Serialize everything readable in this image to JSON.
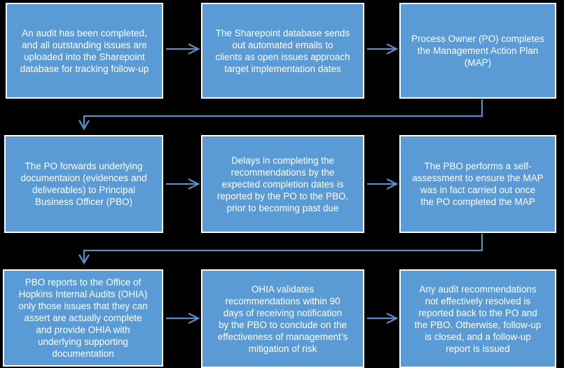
{
  "diagram": {
    "type": "flowchart",
    "subject": "Audit follow-up process",
    "boxes": [
      {
        "id": "step-1",
        "row": 1,
        "col": 1,
        "text": "An audit has been completed,\nand all outstanding issues are\nuploaded into the Sharepoint\ndatabase for tracking follow-up"
      },
      {
        "id": "step-2",
        "row": 1,
        "col": 2,
        "text": "The Sharepoint database sends\nout automated emails to\nclients as open issues approach\ntarget implementation dates"
      },
      {
        "id": "step-3",
        "row": 1,
        "col": 3,
        "text": "Process Owner (PO) completes\nthe Management Action Plan\n(MAP)"
      },
      {
        "id": "step-4",
        "row": 2,
        "col": 1,
        "text": "The PO forwards underlying\ndocumentaion (evidences and\ndeliverables) to Principal\nBusiness Officer (PBO)"
      },
      {
        "id": "step-5",
        "row": 2,
        "col": 2,
        "text": "Delays in completing the\nrecommendations by the\nexpected completion dates is\nreported by the PO to the PBO,\nprior to becoming past due"
      },
      {
        "id": "step-6",
        "row": 2,
        "col": 3,
        "text": "The PBO performs a self-\nassessment to ensure the MAP\nwas in fact carried out once\nthe PO completed the MAP"
      },
      {
        "id": "step-7",
        "row": 3,
        "col": 1,
        "text": "PBO reports to the Office of\nHopkins Internal Audits (OHIA)\nonly those issues that they can\nassert are actually complete\nand provide OHIA with\nunderlying supporting\ndocumentation"
      },
      {
        "id": "step-8",
        "row": 3,
        "col": 2,
        "text": "OHIA validates\nrecommendations within 90\ndays of receiving notification\nby the PBO to conclude on the\neffectiveness of management’s\nmitigation of risk"
      },
      {
        "id": "step-9",
        "row": 3,
        "col": 3,
        "text": "Any audit recommendations\nnot effectively resolved is\nreported back to the PO and\nthe PBO. Otherwise, follow-up\nis closed, and a follow-up\nreport is issued"
      }
    ],
    "connections": [
      {
        "from": "step-1",
        "to": "step-2",
        "shape": "straight-right"
      },
      {
        "from": "step-2",
        "to": "step-3",
        "shape": "straight-right"
      },
      {
        "from": "step-3",
        "to": "step-4",
        "shape": "elbow-down-left-down"
      },
      {
        "from": "step-4",
        "to": "step-5",
        "shape": "straight-right"
      },
      {
        "from": "step-5",
        "to": "step-6",
        "shape": "straight-right"
      },
      {
        "from": "step-6",
        "to": "step-7",
        "shape": "elbow-down-left-down"
      },
      {
        "from": "step-7",
        "to": "step-8",
        "shape": "straight-right"
      },
      {
        "from": "step-8",
        "to": "step-9",
        "shape": "straight-right"
      }
    ]
  },
  "colors": {
    "background": "#000000",
    "box-fill": "#5b9bd5",
    "box-border": "#ffffff",
    "connector": "#5d8cc4",
    "text": "#ffffff"
  }
}
